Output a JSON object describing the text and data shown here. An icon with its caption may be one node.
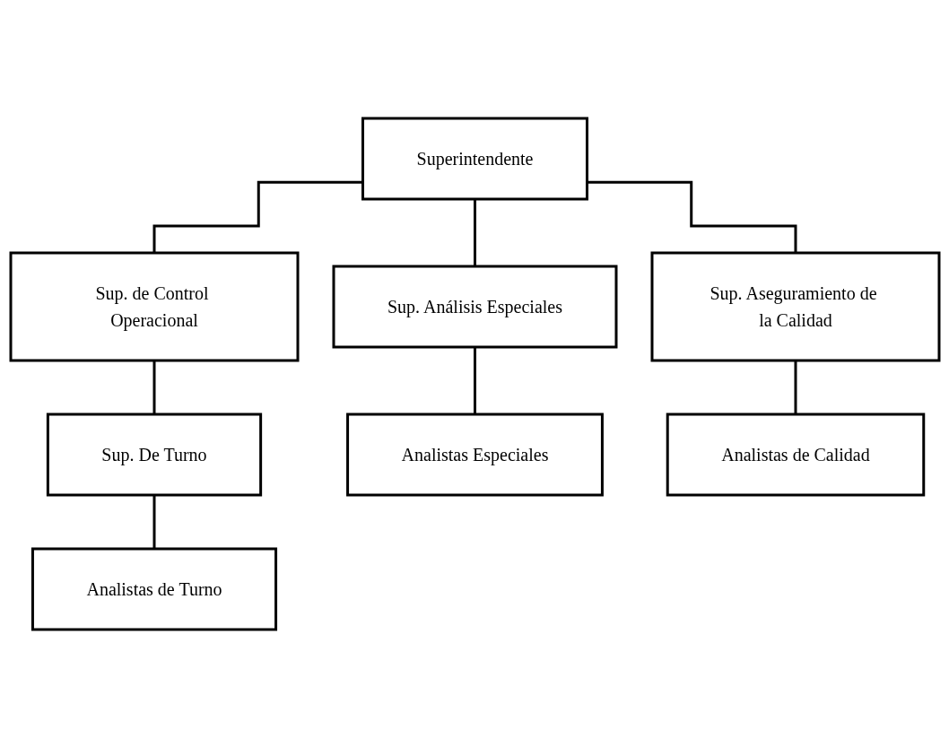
{
  "diagram": {
    "nodes": [
      {
        "text": [
          "Superintendente"
        ]
      },
      {
        "text": [
          "Sup. de Control Operacional"
        ]
      },
      {
        "text": [
          "Sup. Análisis Especiales"
        ]
      },
      {
        "text": [
          "Sup. Aseguramiento de la Calidad"
        ]
      },
      {
        "text": [
          "Sup. De Turno"
        ]
      },
      {
        "text": [
          "Analistas Especiales"
        ]
      },
      {
        "text": [
          "Analistas de Calidad"
        ]
      },
      {
        "text": [
          "Analistas de Turno"
        ]
      }
    ],
    "edges": [
      {
        "from": 0,
        "to": 1,
        "arrow": "none"
      },
      {
        "from": 0,
        "to": 2,
        "arrow": "none"
      },
      {
        "from": 0,
        "to": 3,
        "arrow": "none"
      },
      {
        "from": 1,
        "to": 4,
        "arrow": "none"
      },
      {
        "from": 2,
        "to": 5,
        "arrow": "none"
      },
      {
        "from": 3,
        "to": 6,
        "arrow": "none"
      },
      {
        "from": 4,
        "to": 7,
        "arrow": "none"
      }
    ]
  }
}
